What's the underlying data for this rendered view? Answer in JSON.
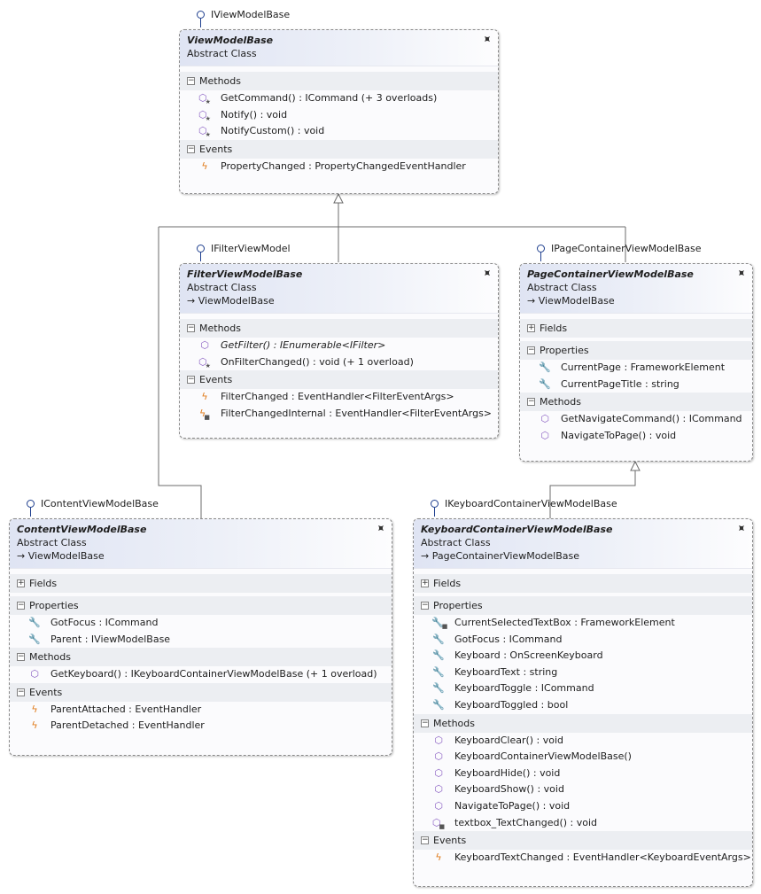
{
  "colors": {
    "interface_stroke": "#1f3f8f",
    "method_icon": "#8a5fc3",
    "event_icon": "#e07a18",
    "connector": "#6b6b6b"
  },
  "interfaces": [
    {
      "id": "iviewmodelbase",
      "name": "IViewModelBase"
    },
    {
      "id": "ifilterviewmodel",
      "name": "IFilterViewModel"
    },
    {
      "id": "ipagecontainer",
      "name": "IPageContainerViewModelBase"
    },
    {
      "id": "icontent",
      "name": "IContentViewModelBase"
    },
    {
      "id": "ikeyboard",
      "name": "IKeyboardContainerViewModelBase"
    }
  ],
  "classes": {
    "viewmodelbase": {
      "name": "ViewModelBase",
      "kind": "Abstract Class",
      "methods_label": "Methods",
      "methods": [
        "GetCommand() : ICommand (+ 3 overloads)",
        "Notify() : void",
        "NotifyCustom() : void"
      ],
      "events_label": "Events",
      "events": [
        "PropertyChanged : PropertyChangedEventHandler"
      ]
    },
    "filterviewmodelbase": {
      "name": "FilterViewModelBase",
      "kind": "Abstract Class",
      "base": "→ ViewModelBase",
      "methods_label": "Methods",
      "methods": [
        "GetFilter() : IEnumerable<IFilter>",
        "OnFilterChanged() : void (+ 1 overload)"
      ],
      "events_label": "Events",
      "events": [
        "FilterChanged : EventHandler<FilterEventArgs>",
        "FilterChangedInternal : EventHandler<FilterEventArgs>"
      ]
    },
    "pagecontainer": {
      "name": "PageContainerViewModelBase",
      "kind": "Abstract Class",
      "base": "→ ViewModelBase",
      "fields_label": "Fields",
      "properties_label": "Properties",
      "properties": [
        "CurrentPage : FrameworkElement",
        "CurrentPageTitle : string"
      ],
      "methods_label": "Methods",
      "methods": [
        "GetNavigateCommand() : ICommand",
        "NavigateToPage() : void"
      ]
    },
    "contentviewmodelbase": {
      "name": "ContentViewModelBase",
      "kind": "Abstract Class",
      "base": "→ ViewModelBase",
      "fields_label": "Fields",
      "properties_label": "Properties",
      "properties": [
        "GotFocus : ICommand",
        "Parent : IViewModelBase"
      ],
      "methods_label": "Methods",
      "methods": [
        "GetKeyboard() : IKeyboardContainerViewModelBase (+ 1 overload)"
      ],
      "events_label": "Events",
      "events": [
        "ParentAttached : EventHandler",
        "ParentDetached : EventHandler"
      ]
    },
    "keyboardcontainer": {
      "name": "KeyboardContainerViewModelBase",
      "kind": "Abstract Class",
      "base": "→ PageContainerViewModelBase",
      "fields_label": "Fields",
      "properties_label": "Properties",
      "properties": [
        "CurrentSelectedTextBox : FrameworkElement",
        "GotFocus : ICommand",
        "Keyboard : OnScreenKeyboard",
        "KeyboardText : string",
        "KeyboardToggle : ICommand",
        "KeyboardToggled : bool"
      ],
      "methods_label": "Methods",
      "methods": [
        "KeyboardClear() : void",
        "KeyboardContainerViewModelBase()",
        "KeyboardHide() : void",
        "KeyboardShow() : void",
        "NavigateToPage() : void",
        "textbox_TextChanged() : void"
      ],
      "events_label": "Events",
      "events": [
        "KeyboardTextChanged : EventHandler<KeyboardEventArgs>"
      ]
    }
  }
}
